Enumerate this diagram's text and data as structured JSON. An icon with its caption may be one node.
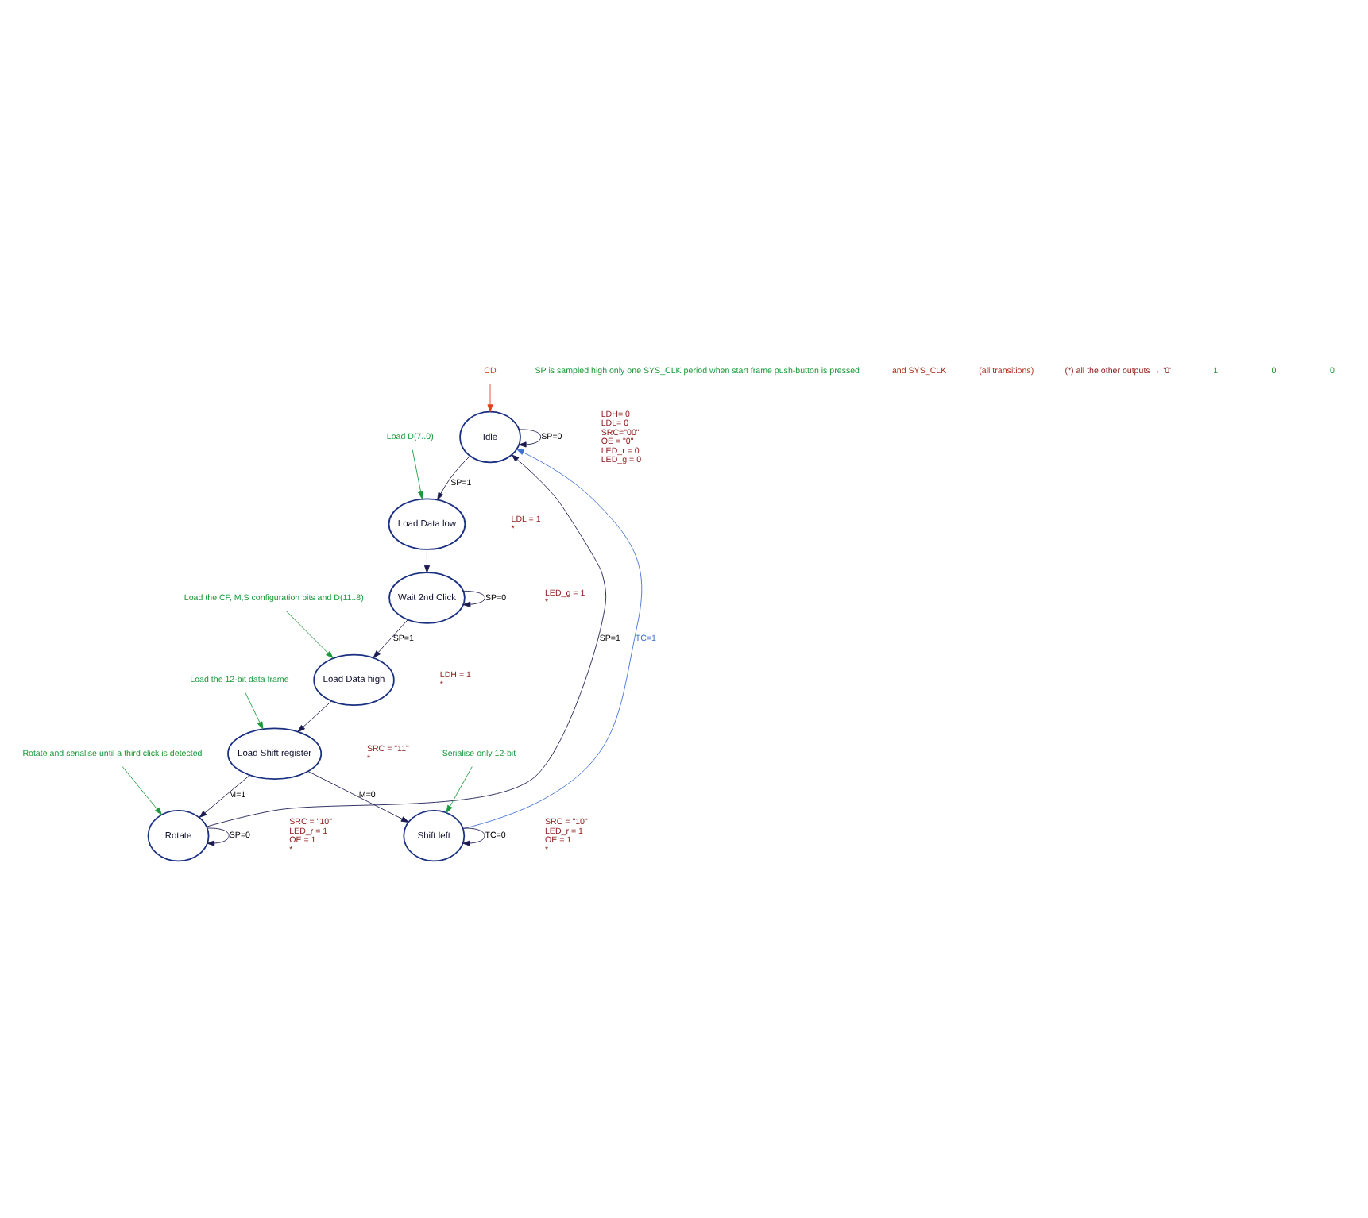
{
  "diagram": {
    "nodes": [
      {
        "text": [
          "Idle"
        ],
        "beside": [
          "LDH= 0",
          "LDL= 0",
          "SRC=\"00\"",
          "OE = \"0\"",
          "LED_r = 0",
          "LED_g = 0"
        ]
      },
      {
        "text": [
          "Load Data low"
        ],
        "beside": [
          "LDL = 1",
          "*"
        ]
      },
      {
        "text": [
          "Wait 2nd Click"
        ],
        "beside": [
          "LED_g = 1",
          "*"
        ]
      },
      {
        "text": [
          "Load Data high"
        ],
        "beside": [
          "LDH = 1",
          "*"
        ]
      },
      {
        "text": [
          "Load Shift register"
        ],
        "beside": [
          "SRC = \"11\"",
          "*"
        ]
      },
      {
        "text": [
          "Rotate"
        ],
        "beside": [
          "SRC = \"10\"",
          "LED_r = 1",
          "OE = 1",
          "*"
        ]
      },
      {
        "text": [
          "Shift left"
        ],
        "beside": [
          "SRC = \"10\"",
          "LED_r = 1",
          "OE = 1",
          "*"
        ]
      },
      {
        "text": [
          "CD"
        ]
      },
      {
        "text": [
          "Load D(7..0)"
        ]
      },
      {
        "text": [
          "Rotate and serialise until a third click is detected"
        ]
      },
      {
        "text": [
          "Load the 12-bit data frame"
        ]
      },
      {
        "text": [
          "Load the CF, M,S configuration bits and D(11..8)"
        ]
      },
      {
        "text": [
          "Serialise only 12-bit"
        ]
      }
    ],
    "edges": [
      {
        "from": 0,
        "to": 0,
        "arrow": "to",
        "label": "SP=0"
      },
      {
        "from": 0,
        "to": 1,
        "arrow": "to",
        "label": "SP=1"
      },
      {
        "from": 1,
        "to": 2,
        "arrow": "to"
      },
      {
        "from": 2,
        "to": 2,
        "arrow": "to",
        "label": "SP=0"
      },
      {
        "from": 2,
        "to": 3,
        "arrow": "to",
        "label": "SP=1"
      },
      {
        "from": 3,
        "to": 4,
        "arrow": "to"
      },
      {
        "from": 4,
        "to": 5,
        "arrow": "to",
        "label": "M=1"
      },
      {
        "from": 4,
        "to": 6,
        "arrow": "to",
        "label": "M=0"
      },
      {
        "from": 5,
        "to": 5,
        "arrow": "to",
        "label": "SP=0"
      },
      {
        "from": 5,
        "to": 0,
        "arrow": "to",
        "label": "SP=1"
      },
      {
        "from": 6,
        "to": 6,
        "arrow": "to",
        "label": "TC=0"
      },
      {
        "from": 6,
        "to": 0,
        "arrow": "to",
        "label": "TC=1",
        "color": "#3f6fd0"
      },
      {
        "from": 7,
        "to": 0,
        "arrow": "to",
        "color": "#e0401c"
      },
      {
        "from": 8,
        "to": 1,
        "arrow": "to",
        "color": "#1a9a3a"
      },
      {
        "from": 9,
        "to": 5,
        "arrow": "to",
        "color": "#1a9a3a"
      },
      {
        "from": 10,
        "to": 4,
        "arrow": "to",
        "color": "#1a9a3a"
      },
      {
        "from": 11,
        "to": 3,
        "arrow": "to",
        "color": "#1a9a3a"
      },
      {
        "from": 12,
        "to": 6,
        "arrow": "to",
        "color": "#1a9a3a"
      }
    ],
    "labels": [
      "SP is sampled high only one SYS_CLK period when start frame push-button is pressed",
      "and SYS_CLK",
      "(all transitions)",
      "(*) all the other outputs → '0'",
      "1",
      "0",
      "0"
    ]
  }
}
